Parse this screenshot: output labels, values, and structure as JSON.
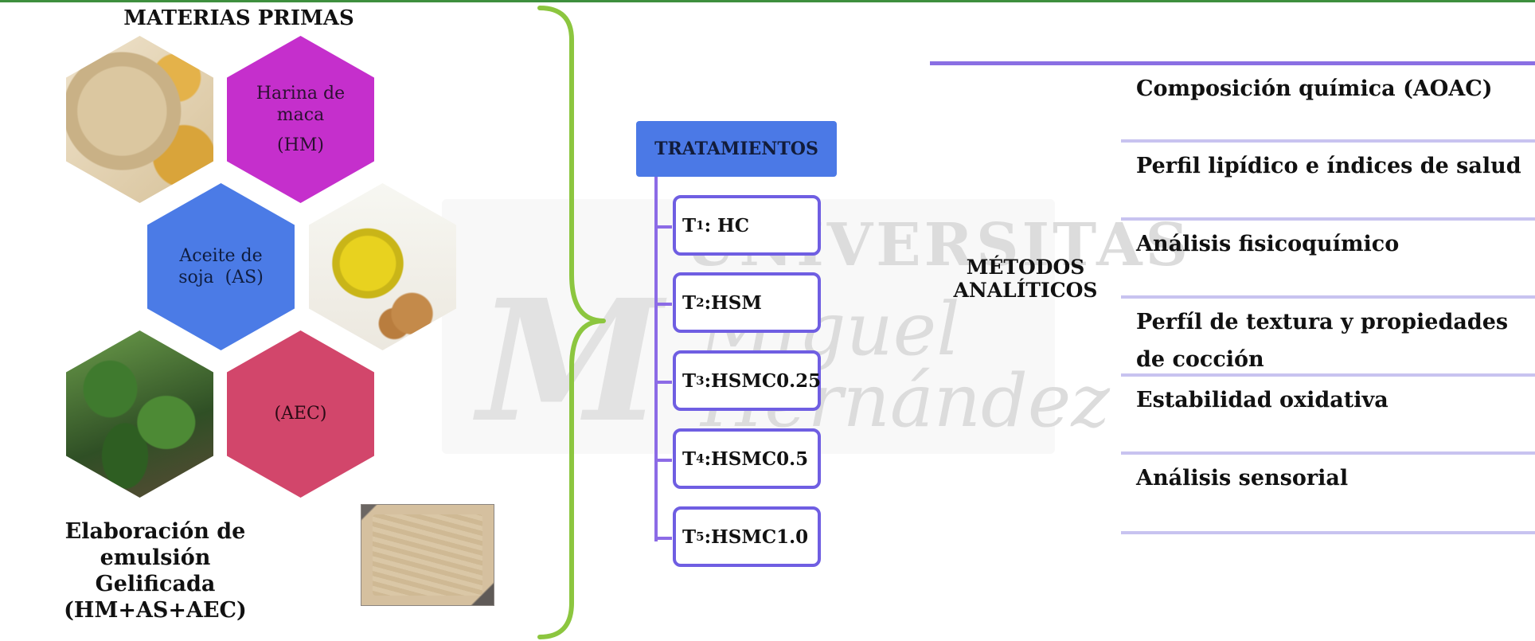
{
  "materias_primas": {
    "title": "MATERIAS PRIMAS",
    "harina": {
      "line1": "Harina de",
      "line2": "maca",
      "abbr": "(HM)"
    },
    "aceite": {
      "line1": "Aceite de",
      "line2": "soja  (AS)"
    },
    "aec": "(AEC)"
  },
  "emulsion": {
    "line1": "Elaboración de emulsión",
    "line2": "Gelificada",
    "line3": "(HM+AS+AEC)"
  },
  "tratamientos": {
    "title": "TRATAMIENTOS",
    "items": [
      {
        "prefix": "T",
        "sub": "1",
        "suffix": ": HC"
      },
      {
        "prefix": "T",
        "sub": "2",
        "suffix": ":HSM"
      },
      {
        "prefix": "T",
        "sub": "3",
        "suffix": ":HSMC0.25"
      },
      {
        "prefix": "T",
        "sub": "4",
        "suffix": ":HSMC0.5"
      },
      {
        "prefix": "T",
        "sub": "5",
        "suffix": ":HSMC1.0"
      }
    ]
  },
  "metodos": {
    "label_line1": "MÉTODOS",
    "label_line2": "ANALÍTICOS",
    "items": [
      "Composición química (AOAC)",
      "Perfil lipídico e índices de salud",
      "Análisis fisicoquímico",
      "Perfíl de textura y propiedades de cocción",
      "Estabilidad oxidativa",
      "Análisis sensorial"
    ]
  },
  "watermark": {
    "line1": "UNIVERSITAS",
    "line2": "Miguel",
    "line3": "Hernández"
  },
  "colors": {
    "hm_hex": "#c52fcc",
    "as_hex": "#4b7be6",
    "aec_hex": "#d2466b",
    "brace": "#8cc63f",
    "treatment_border": "#6f5ee2",
    "header_fill": "#4b79e6"
  }
}
